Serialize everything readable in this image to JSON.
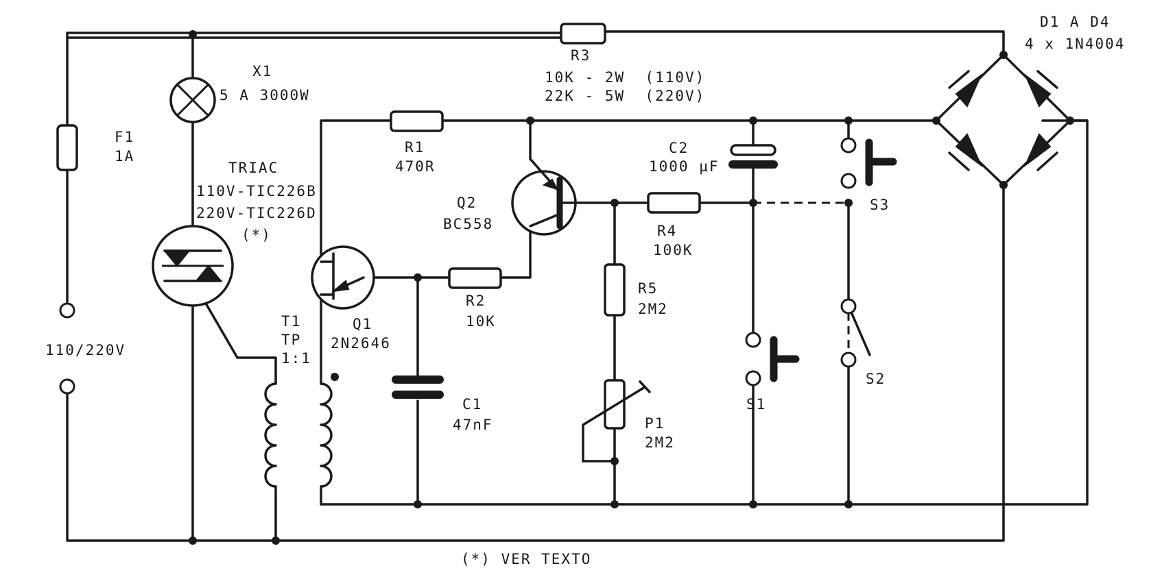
{
  "diagram": {
    "f1": {
      "ref": "F1",
      "value": "1A"
    },
    "supply": {
      "value": "110/220V"
    },
    "x1": {
      "ref": "X1",
      "value": "5 A 3000W"
    },
    "triac": {
      "ref": "TRIAC",
      "line1": "110V-TIC226B",
      "line2": "220V-TIC226D",
      "note": "(*)"
    },
    "t1": {
      "ref": "T1",
      "type": "TP",
      "ratio": "1:1"
    },
    "q1": {
      "ref": "Q1",
      "value": "2N2646"
    },
    "q2": {
      "ref": "Q2",
      "value": "BC558"
    },
    "r1": {
      "ref": "R1",
      "value": "470R"
    },
    "r2": {
      "ref": "R2",
      "value": "10K"
    },
    "r3": {
      "ref": "R3",
      "line1": "10K - 2W  (110V)",
      "line2": "22K - 5W  (220V)"
    },
    "r4": {
      "ref": "R4",
      "value": "100K"
    },
    "r5": {
      "ref": "R5",
      "value": "2M2"
    },
    "c1": {
      "ref": "C1",
      "value": "47nF"
    },
    "c2": {
      "ref": "C2",
      "value": "1000 µF"
    },
    "p1": {
      "ref": "P1",
      "value": "2M2"
    },
    "s1": {
      "ref": "S1"
    },
    "s2": {
      "ref": "S2"
    },
    "s3": {
      "ref": "S3"
    },
    "bridge": {
      "ref": "D1 A D4",
      "value": "4 x 1N4004"
    },
    "footnote": "(*) VER TEXTO"
  }
}
